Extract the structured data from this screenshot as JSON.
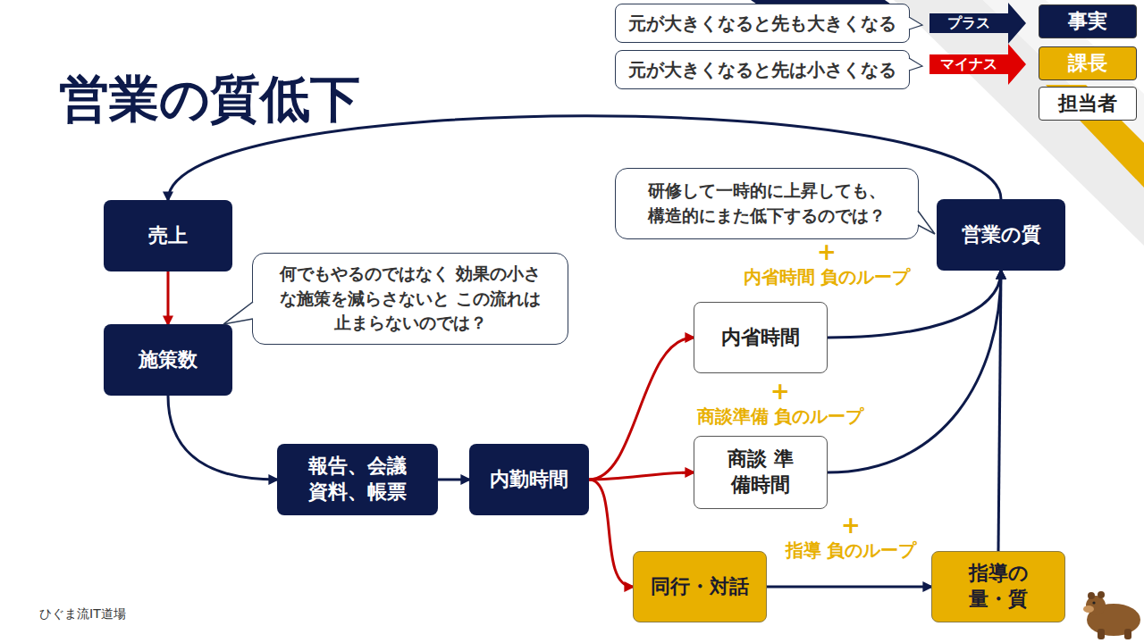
{
  "diagram": {
    "title": "営業の質低下",
    "nodes": [
      {
        "text": [
          "売上"
        ]
      },
      {
        "text": [
          "施策数"
        ]
      },
      {
        "text": [
          "何でもやるのではなく 効果の小さな施策を減らさないと この流れは止まらないのでは？"
        ]
      },
      {
        "text": [
          "報告、会議 資料、帳票"
        ]
      },
      {
        "text": [
          "内勤時間"
        ]
      },
      {
        "text": [
          "内省時間"
        ]
      },
      {
        "text": [
          "商談 準備時間"
        ]
      },
      {
        "text": [
          "同行・対話"
        ]
      },
      {
        "text": [
          "指導の 量・質"
        ]
      },
      {
        "text": [
          "研修して一時的に上昇しても、 構造的にまた低下するのでは？"
        ]
      },
      {
        "text": [
          "営業の質"
        ]
      }
    ],
    "edges": [
      {
        "from": 10,
        "to": 0,
        "arrow": "to"
      },
      {
        "from": 0,
        "to": 1,
        "arrow": "to"
      },
      {
        "from": 1,
        "to": 3,
        "arrow": "to"
      },
      {
        "from": 3,
        "to": 4,
        "arrow": "to"
      },
      {
        "from": 4,
        "to": 5,
        "arrow": "to"
      },
      {
        "from": 4,
        "to": 6,
        "arrow": "to"
      },
      {
        "from": 4,
        "to": 7,
        "arrow": "to"
      },
      {
        "from": 5,
        "to": 10,
        "label": "+",
        "arrow": "to"
      },
      {
        "from": 6,
        "to": 10,
        "label": "+",
        "arrow": "to"
      },
      {
        "from": 7,
        "to": 8,
        "label": "+",
        "arrow": "to"
      },
      {
        "from": 8,
        "to": 10,
        "arrow": "to"
      }
    ],
    "labels": [
      "プラス",
      "マイナス",
      "内省時間 負のループ",
      "商談準備 負のループ",
      "指導 負のループ",
      "ひぐま流IT道場"
    ],
    "legend": [
      {
        "text": "元が大きくなると先も大きくなる"
      },
      {
        "text": "元が大きくなると先は小さくなる"
      },
      {
        "text": "事実",
        "color": "#0d1a4a"
      },
      {
        "text": "課長",
        "color": "#e8b000"
      },
      {
        "text": "担当者",
        "color": "#ffffff"
      }
    ]
  }
}
